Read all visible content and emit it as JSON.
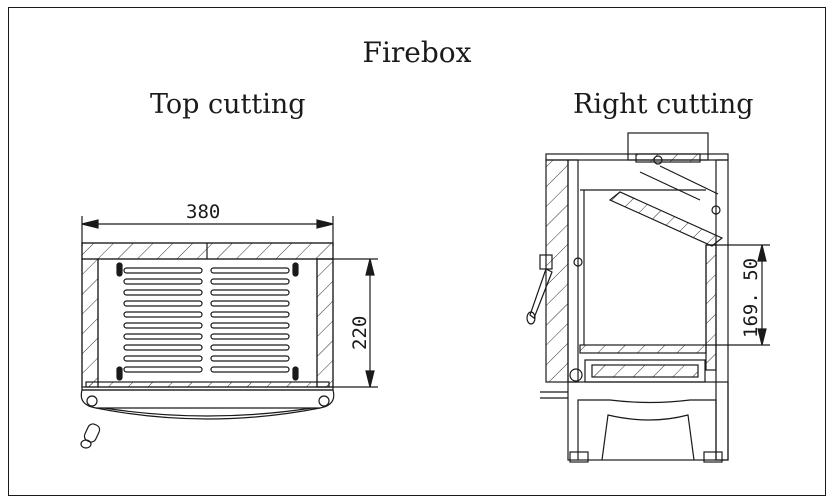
{
  "title": "Firebox",
  "views": {
    "top": {
      "title": "Top cutting",
      "dim_width": "380",
      "dim_depth": "220"
    },
    "right": {
      "title": "Right cutting",
      "dim_height": "169. 50"
    }
  }
}
